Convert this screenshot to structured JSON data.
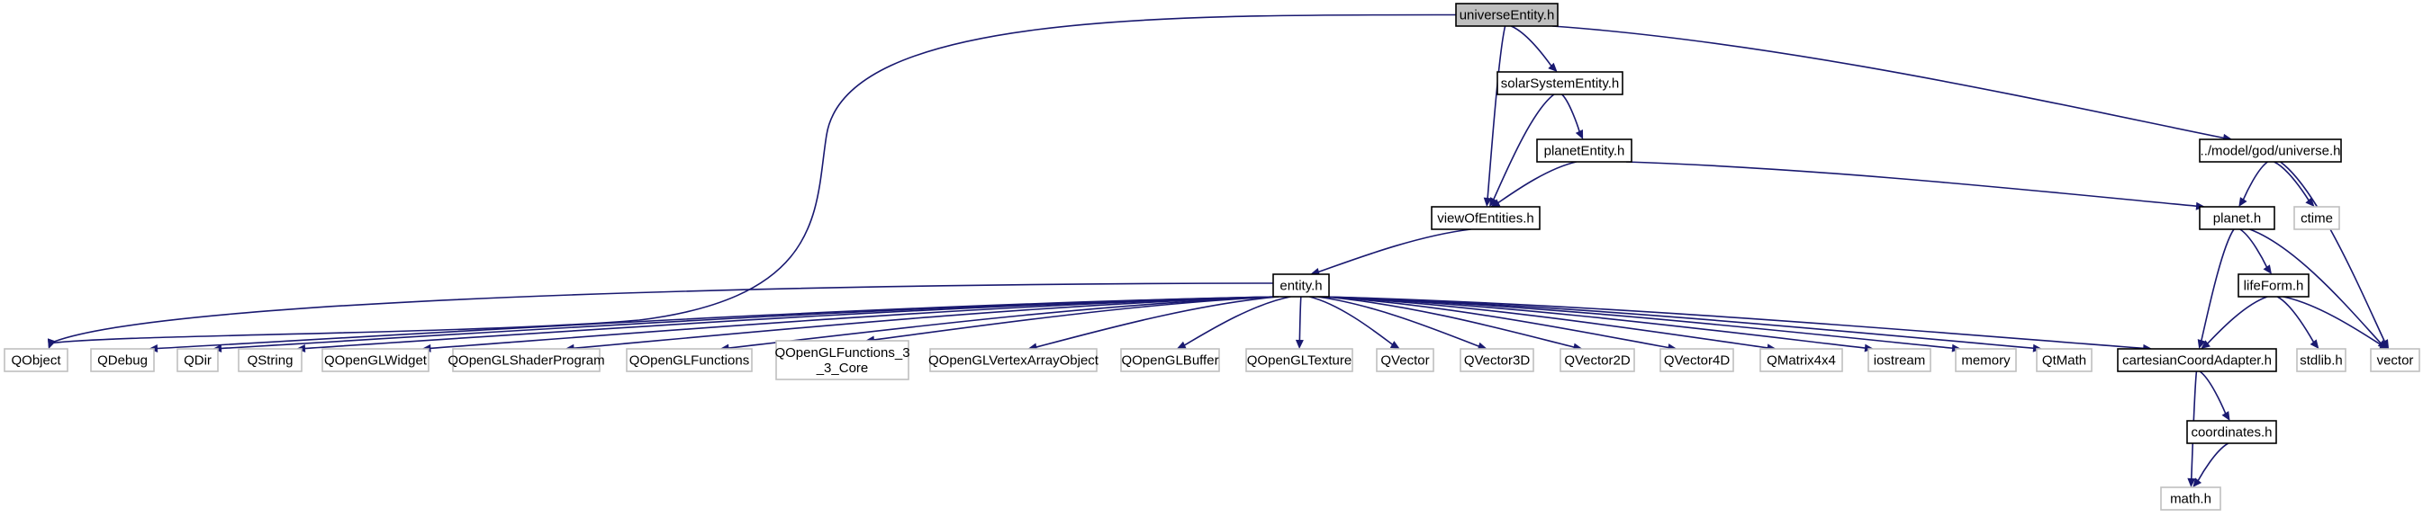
{
  "colors": {
    "edge": "#191970",
    "root_fill": "#bfbfbf",
    "node_border": "#000000",
    "external_border": "#bfbfbf",
    "node_fill": "#ffffff"
  },
  "nodes": [
    {
      "id": "universeEntity",
      "label": "universeEntity.h",
      "kind": "root"
    },
    {
      "id": "solarSystemEntity",
      "label": "solarSystemEntity.h",
      "kind": "internal"
    },
    {
      "id": "planetEntity",
      "label": "planetEntity.h",
      "kind": "internal"
    },
    {
      "id": "viewOfEntities",
      "label": "viewOfEntities.h",
      "kind": "internal"
    },
    {
      "id": "universe",
      "label": "../model/god/universe.h",
      "kind": "internal"
    },
    {
      "id": "ctime",
      "label": "ctime",
      "kind": "external"
    },
    {
      "id": "planet",
      "label": "planet.h",
      "kind": "internal"
    },
    {
      "id": "lifeForm",
      "label": "lifeForm.h",
      "kind": "internal"
    },
    {
      "id": "entity",
      "label": "entity.h",
      "kind": "internal"
    },
    {
      "id": "QObject",
      "label": "QObject",
      "kind": "external"
    },
    {
      "id": "QDebug",
      "label": "QDebug",
      "kind": "external"
    },
    {
      "id": "QDir",
      "label": "QDir",
      "kind": "external"
    },
    {
      "id": "QString",
      "label": "QString",
      "kind": "external"
    },
    {
      "id": "QOpenGLWidget",
      "label": "QOpenGLWidget",
      "kind": "external"
    },
    {
      "id": "QOpenGLShaderProgram",
      "label": "QOpenGLShaderProgram",
      "kind": "external"
    },
    {
      "id": "QOpenGLFunctions",
      "label": "QOpenGLFunctions",
      "kind": "external"
    },
    {
      "id": "QOpenGLFunctions_3_3_Core",
      "label": "QOpenGLFunctions_3\n_3_Core",
      "kind": "external"
    },
    {
      "id": "QOpenGLVertexArrayObject",
      "label": "QOpenGLVertexArrayObject",
      "kind": "external"
    },
    {
      "id": "QOpenGLBuffer",
      "label": "QOpenGLBuffer",
      "kind": "external"
    },
    {
      "id": "QOpenGLTexture",
      "label": "QOpenGLTexture",
      "kind": "external"
    },
    {
      "id": "QVector",
      "label": "QVector",
      "kind": "external"
    },
    {
      "id": "QVector3D",
      "label": "QVector3D",
      "kind": "external"
    },
    {
      "id": "QVector2D",
      "label": "QVector2D",
      "kind": "external"
    },
    {
      "id": "QVector4D",
      "label": "QVector4D",
      "kind": "external"
    },
    {
      "id": "QMatrix4x4",
      "label": "QMatrix4x4",
      "kind": "external"
    },
    {
      "id": "iostream",
      "label": "iostream",
      "kind": "external"
    },
    {
      "id": "memory",
      "label": "memory",
      "kind": "external"
    },
    {
      "id": "QtMath",
      "label": "QtMath",
      "kind": "external"
    },
    {
      "id": "cartesianCoordAdapter",
      "label": "cartesianCoordAdapter.h",
      "kind": "internal"
    },
    {
      "id": "stdlib",
      "label": "stdlib.h",
      "kind": "external"
    },
    {
      "id": "vector",
      "label": "vector",
      "kind": "external"
    },
    {
      "id": "coordinates",
      "label": "coordinates.h",
      "kind": "internal"
    },
    {
      "id": "math",
      "label": "math.h",
      "kind": "external"
    }
  ],
  "edges": [
    {
      "from": "universeEntity",
      "to": "QObject"
    },
    {
      "from": "universeEntity",
      "to": "viewOfEntities"
    },
    {
      "from": "universeEntity",
      "to": "solarSystemEntity"
    },
    {
      "from": "universeEntity",
      "to": "universe"
    },
    {
      "from": "solarSystemEntity",
      "to": "viewOfEntities"
    },
    {
      "from": "solarSystemEntity",
      "to": "planetEntity"
    },
    {
      "from": "planetEntity",
      "to": "viewOfEntities"
    },
    {
      "from": "planetEntity",
      "to": "planet"
    },
    {
      "from": "viewOfEntities",
      "to": "entity"
    },
    {
      "from": "universe",
      "to": "planet"
    },
    {
      "from": "universe",
      "to": "ctime"
    },
    {
      "from": "universe",
      "to": "vector"
    },
    {
      "from": "planet",
      "to": "lifeForm"
    },
    {
      "from": "planet",
      "to": "cartesianCoordAdapter"
    },
    {
      "from": "planet",
      "to": "vector"
    },
    {
      "from": "lifeForm",
      "to": "cartesianCoordAdapter"
    },
    {
      "from": "lifeForm",
      "to": "stdlib"
    },
    {
      "from": "lifeForm",
      "to": "vector"
    },
    {
      "from": "entity",
      "to": "QObject"
    },
    {
      "from": "entity",
      "to": "QDebug"
    },
    {
      "from": "entity",
      "to": "QDir"
    },
    {
      "from": "entity",
      "to": "QString"
    },
    {
      "from": "entity",
      "to": "QOpenGLWidget"
    },
    {
      "from": "entity",
      "to": "QOpenGLShaderProgram"
    },
    {
      "from": "entity",
      "to": "QOpenGLFunctions"
    },
    {
      "from": "entity",
      "to": "QOpenGLFunctions_3_3_Core"
    },
    {
      "from": "entity",
      "to": "QOpenGLVertexArrayObject"
    },
    {
      "from": "entity",
      "to": "QOpenGLBuffer"
    },
    {
      "from": "entity",
      "to": "QOpenGLTexture"
    },
    {
      "from": "entity",
      "to": "QVector"
    },
    {
      "from": "entity",
      "to": "QVector3D"
    },
    {
      "from": "entity",
      "to": "QVector2D"
    },
    {
      "from": "entity",
      "to": "QVector4D"
    },
    {
      "from": "entity",
      "to": "QMatrix4x4"
    },
    {
      "from": "entity",
      "to": "iostream"
    },
    {
      "from": "entity",
      "to": "memory"
    },
    {
      "from": "entity",
      "to": "QtMath"
    },
    {
      "from": "entity",
      "to": "cartesianCoordAdapter"
    },
    {
      "from": "cartesianCoordAdapter",
      "to": "coordinates"
    },
    {
      "from": "cartesianCoordAdapter",
      "to": "math"
    },
    {
      "from": "coordinates",
      "to": "math"
    }
  ]
}
